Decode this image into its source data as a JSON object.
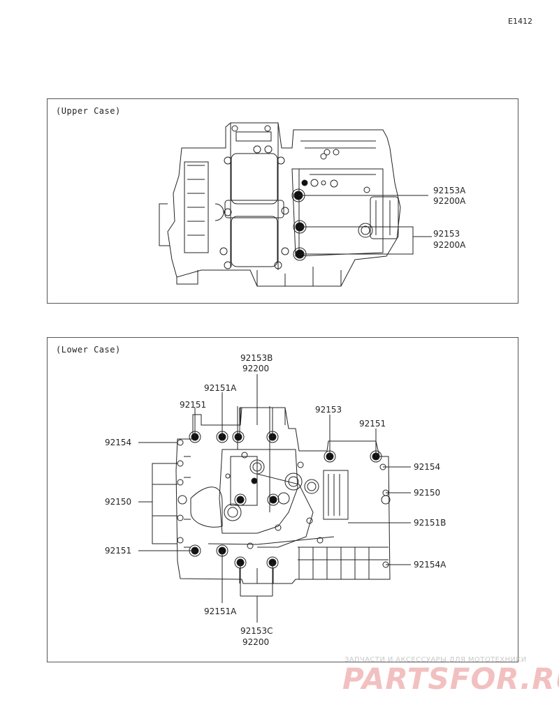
{
  "page": {
    "code": "E1412"
  },
  "upper_case": {
    "title": "(Upper Case)",
    "callouts": {
      "a_line1": "92153A",
      "a_line2": "92200A",
      "b_line1": "92153",
      "b_line2": "92200A"
    }
  },
  "lower_case": {
    "title": "(Lower Case)",
    "callouts": {
      "top_center_1": "92153B",
      "top_center_2": "92200",
      "top_a": "92151A",
      "top_b": "92151",
      "left_top": "92154",
      "left_mid": "92150",
      "left_bot": "92151",
      "bot_a": "92151A",
      "bot_center_1": "92153C",
      "bot_center_2": "92200",
      "top_right_a": "92153",
      "top_right_b": "92151",
      "right_1": "92154",
      "right_2": "92150",
      "right_3": "92151B",
      "right_4": "92154A"
    }
  },
  "watermark": {
    "line1": "ЗАПЧАСТИ И АКСЕССУАРЫ ДЛЯ МОТОТЕХНИКИ",
    "line2": "PARTSFOR.RU"
  },
  "colors": {
    "line": "#222222",
    "frame": "#555555",
    "watermark": "#f2c0c0"
  }
}
